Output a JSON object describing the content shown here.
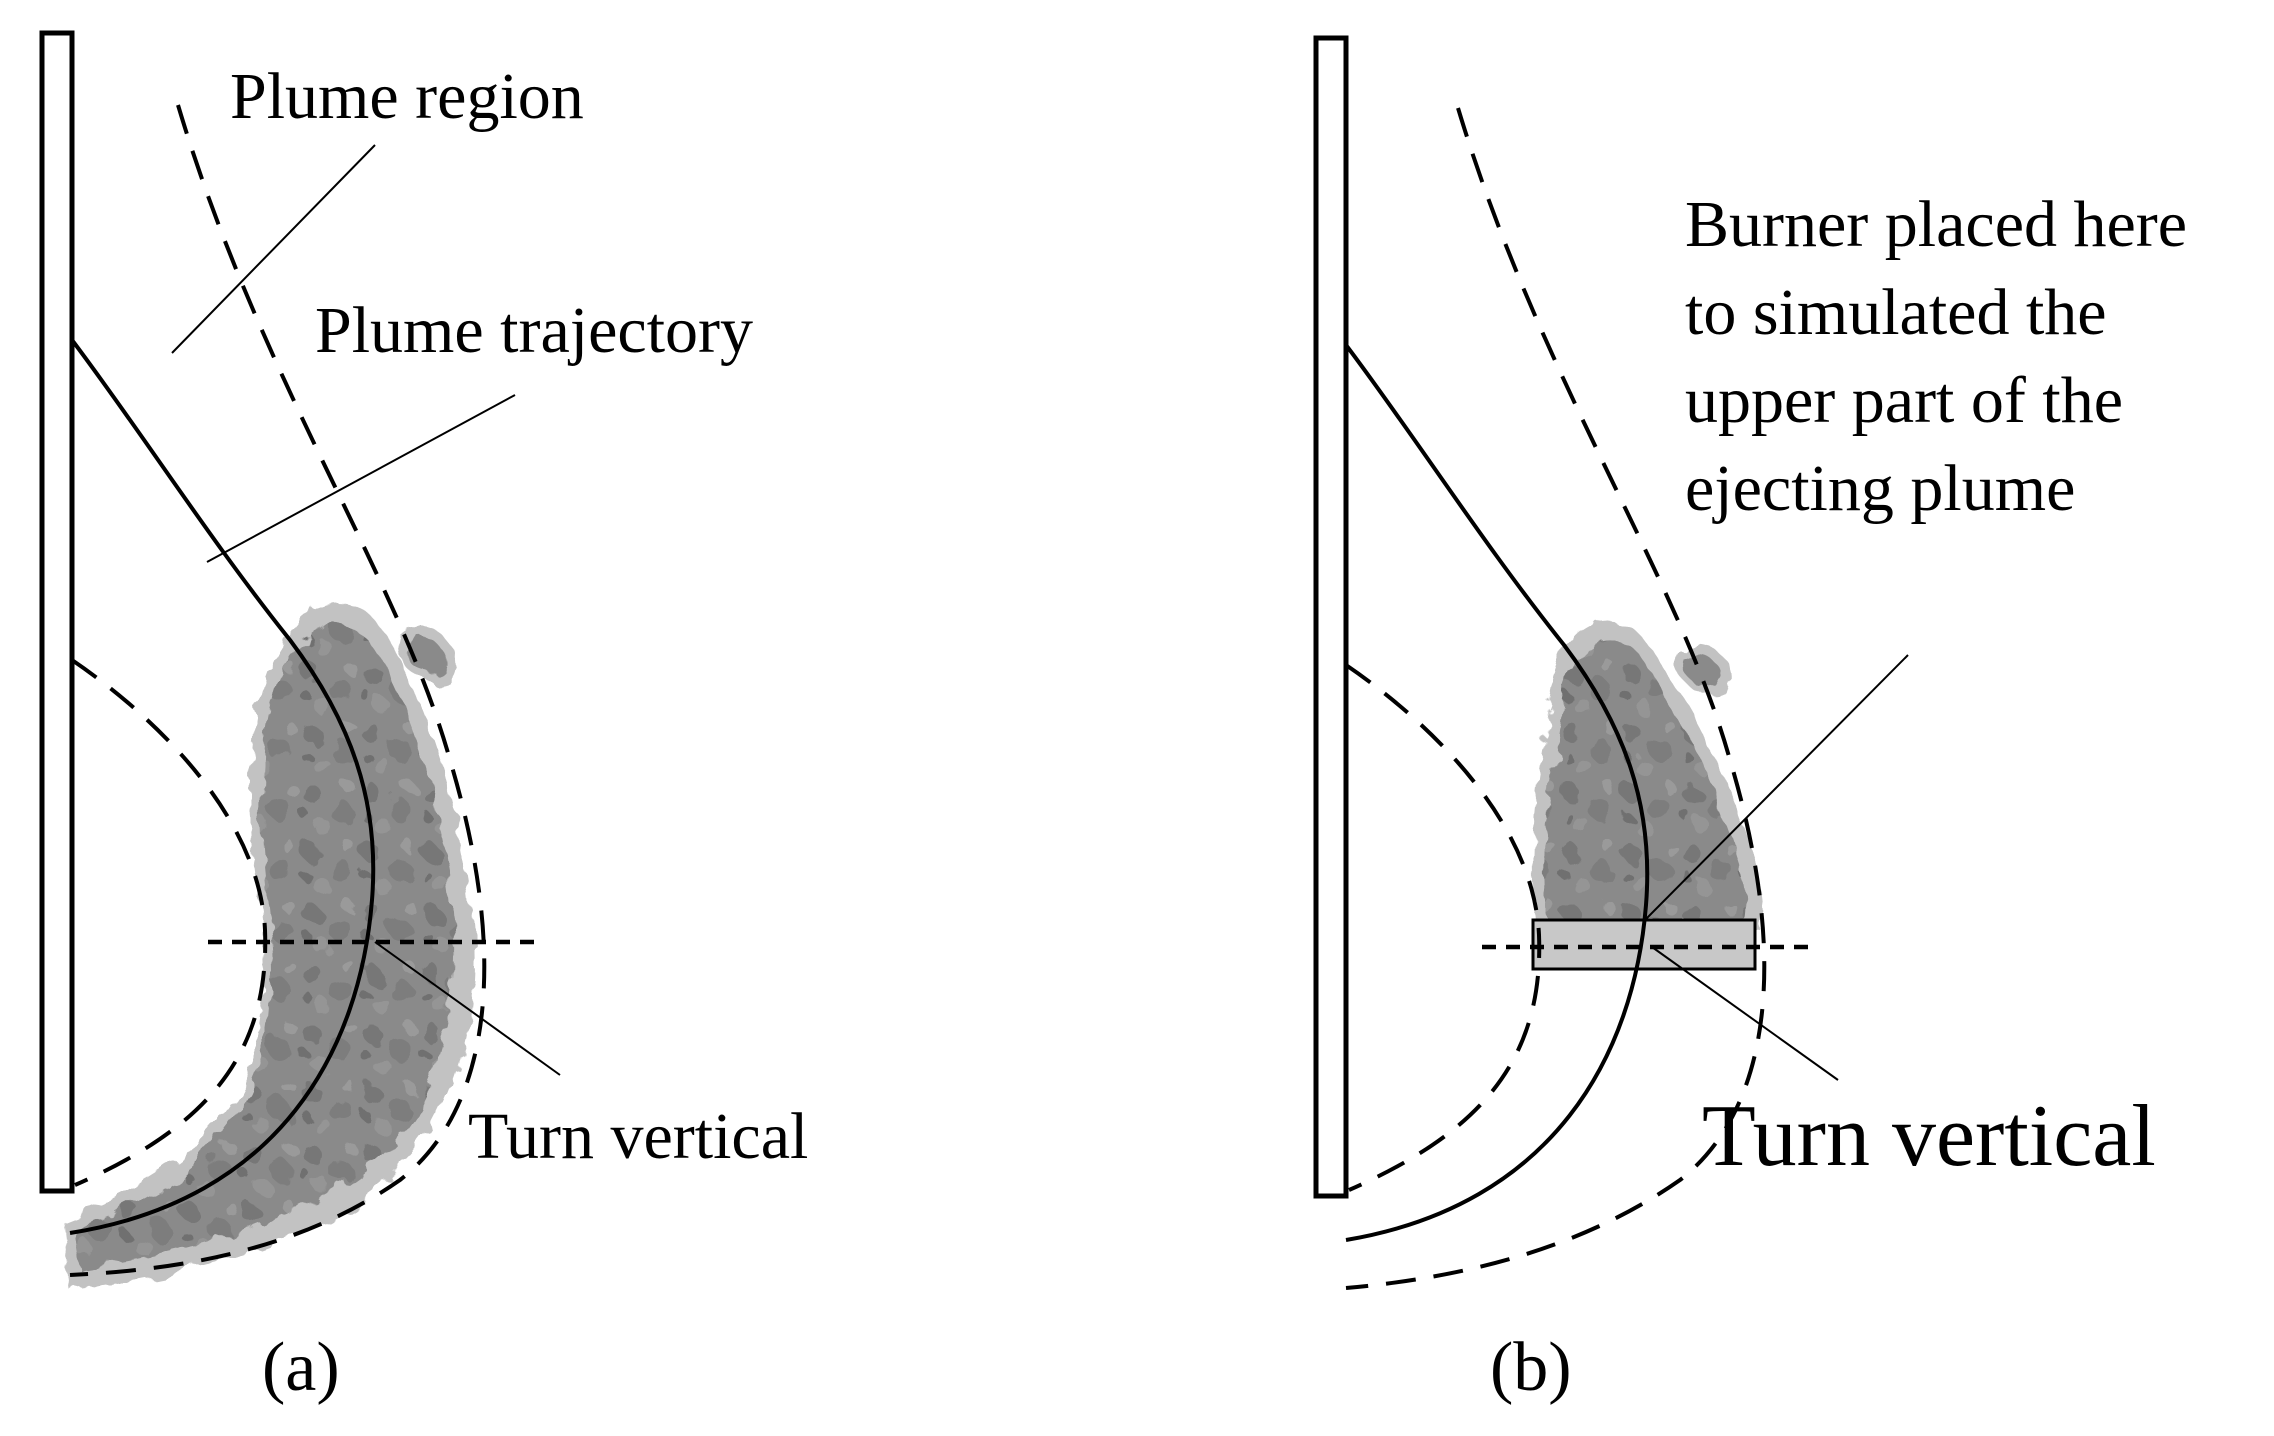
{
  "panel_a": {
    "caption": "(a)",
    "labels": {
      "plume_region": "Plume region",
      "plume_trajectory": "Plume trajectory",
      "turn_vertical": "Turn vertical"
    }
  },
  "panel_b": {
    "caption": "(b)",
    "labels": {
      "burner_note": [
        "Burner placed here",
        "to simulated the",
        "upper part of the",
        "ejecting plume"
      ],
      "turn_vertical": "Turn vertical"
    }
  },
  "colors": {
    "line": "#000000",
    "plume_dark": "#707070",
    "plume_mid": "#8a8a8a",
    "plume_light": "#b4b4b4",
    "burner_fill": "#c8c8c8"
  }
}
